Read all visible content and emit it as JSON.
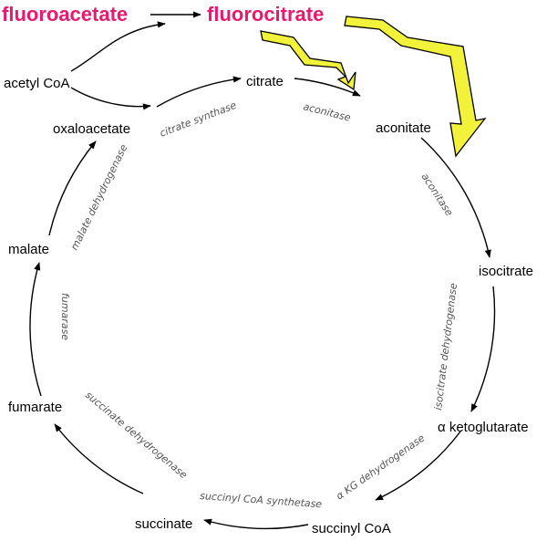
{
  "colors": {
    "inhibitor": "#e8196e",
    "bolt": "#f2f23a",
    "enzyme_text": "#555555",
    "text": "#000000"
  },
  "inhibitors": {
    "fluoroacetate": "fluoroacetate",
    "fluorocitrate": "fluorocitrate"
  },
  "metabolites": {
    "acetyl_coa": "acetyl CoA",
    "citrate": "citrate",
    "aconitate": "aconitate",
    "isocitrate": "isocitrate",
    "alpha_ketoglutarate": "α ketoglutarate",
    "succinyl_coa": "succinyl CoA",
    "succinate": "succinate",
    "fumarate": "fumarate",
    "malate": "malate",
    "oxaloacetate": "oxaloacetate"
  },
  "enzymes": {
    "citrate_synthase": "citrate synthase",
    "aconitase_1": "aconitase",
    "aconitase_2": "aconitase",
    "isocitrate_dehydrogenase": "isocitrate dehydrogenase",
    "akg_dehydrogenase": "α KG dehydrogenase",
    "succinyl_coa_synthetase": "succinyl CoA synthetase",
    "succinate_dehydrogenase": "succinate dehydrogenase",
    "fumarase": "fumarase",
    "malate_dehydrogenase": "malate dehydrogenase"
  },
  "icons": {
    "bolt_1": "lightning-bolt-icon",
    "bolt_2": "lightning-bolt-icon"
  }
}
